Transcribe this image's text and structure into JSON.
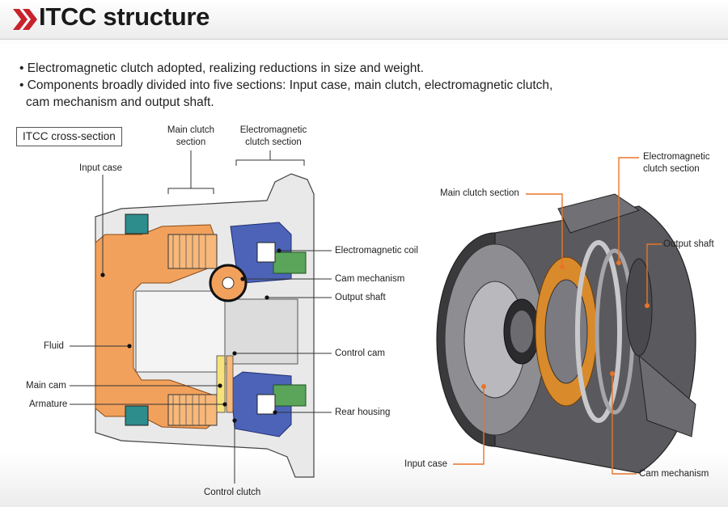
{
  "header": {
    "title": "ITCC structure"
  },
  "bullets": [
    "• Electromagnetic clutch adopted, realizing reductions in size and weight.",
    "• Components broadly divided into five sections: Input case, main clutch, electromagnetic clutch,",
    "cam mechanism and output shaft."
  ],
  "cross_section": {
    "tag": "ITCC cross-section",
    "labels": {
      "input_case": "Input case",
      "main_clutch_section_1": "Main clutch",
      "main_clutch_section_2": "section",
      "em_clutch_section_1": "Electromagnetic",
      "em_clutch_section_2": "clutch section",
      "em_coil": "Electromagnetic coil",
      "cam_mechanism": "Cam mechanism",
      "output_shaft": "Output shaft",
      "fluid": "Fluid",
      "control_cam": "Control cam",
      "main_cam": "Main cam",
      "armature": "Armature",
      "rear_housing": "Rear housing",
      "control_clutch": "Control clutch"
    }
  },
  "cutaway": {
    "labels": {
      "em_clutch_section_1": "Electromagnetic",
      "em_clutch_section_2": "clutch section",
      "main_clutch_section": "Main clutch section",
      "output_shaft": "Output shaft",
      "input_case": "Input case",
      "cam_mechanism": "Cam mechanism"
    }
  },
  "colors": {
    "accent": "#c8232c",
    "orange": "#f2a15c",
    "blue": "#4c63b8",
    "green": "#5aa55a",
    "leader_orange": "#e8742a"
  }
}
